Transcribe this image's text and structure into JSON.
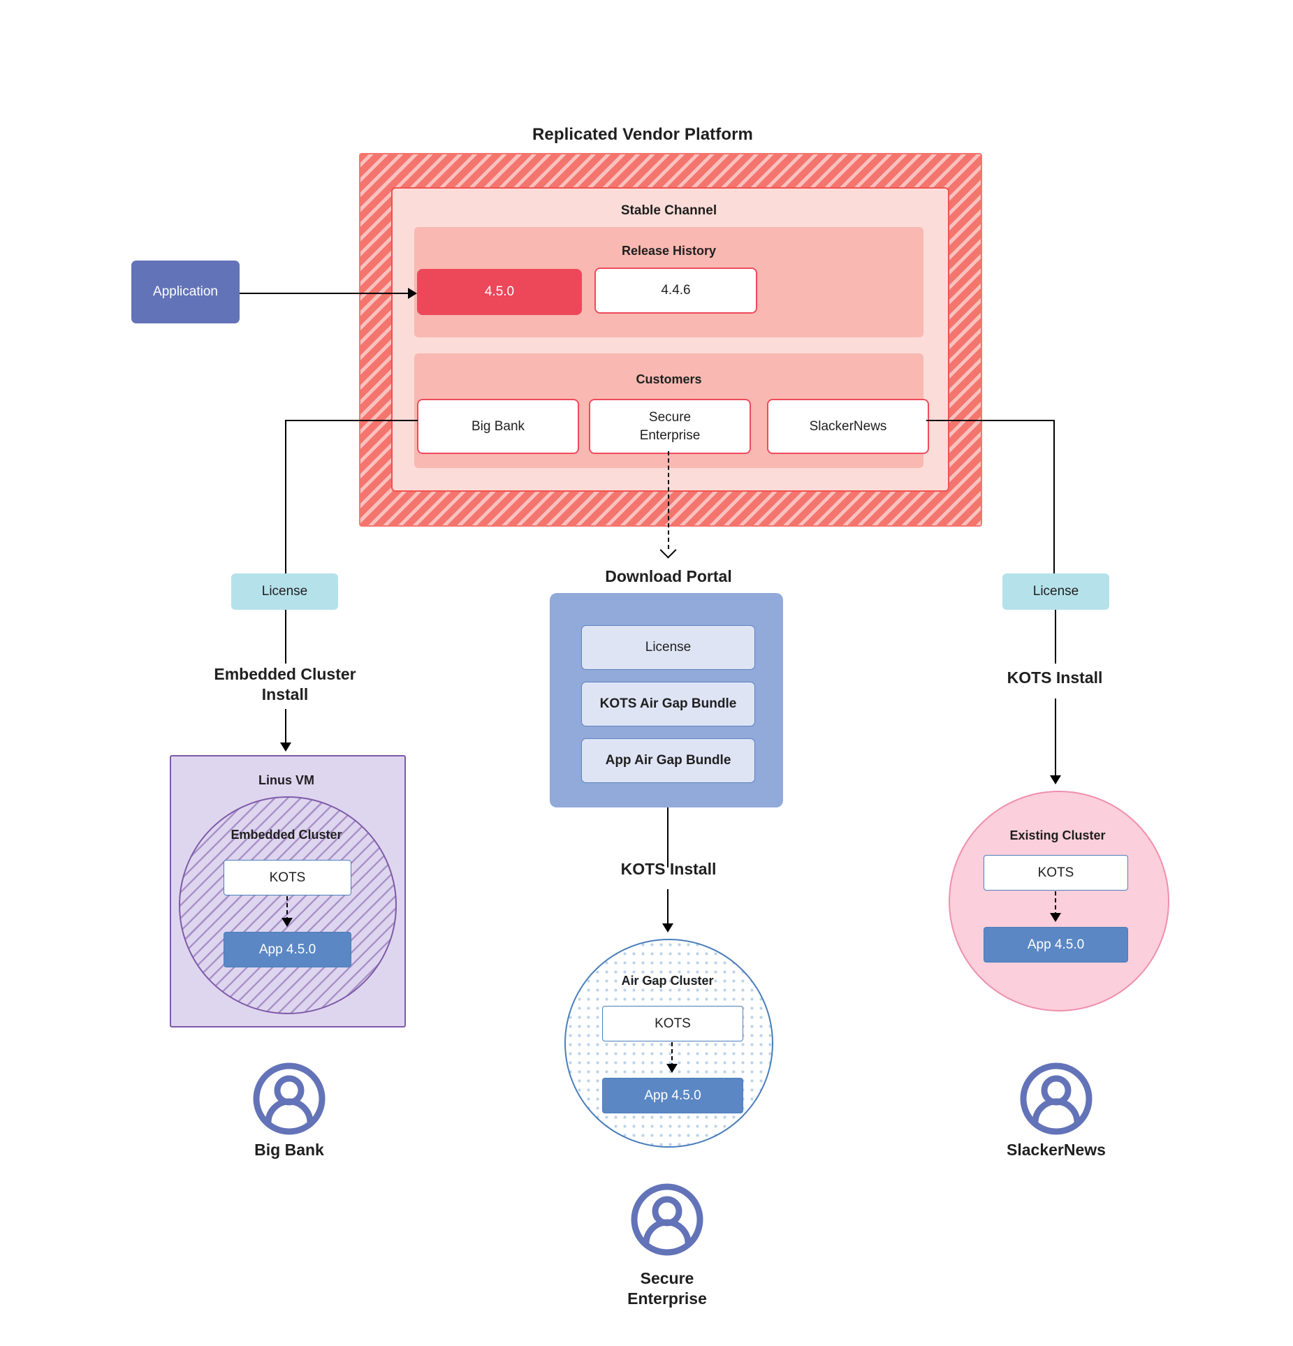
{
  "diagram": {
    "title": "Replicated Vendor Platform",
    "platform": {
      "stable_channel_label": "Stable Channel",
      "release_history": {
        "label": "Release History",
        "releases": [
          {
            "version": "4.5.0",
            "state": "current"
          },
          {
            "version": "4.4.6",
            "state": "previous"
          }
        ]
      },
      "customers": {
        "label": "Customers",
        "items": [
          {
            "name": "Big Bank"
          },
          {
            "name": "Secure\nEnterprise"
          },
          {
            "name": "SlackerNews"
          }
        ]
      }
    },
    "application": {
      "label": "Application"
    },
    "branches": {
      "left": {
        "license_label": "License",
        "install_label": "Embedded Cluster\nInstall",
        "vm_label": "Linus VM",
        "cluster_label": "Embedded Cluster",
        "kots_label": "KOTS",
        "app_label": "App 4.5.0",
        "customer_label": "Big Bank"
      },
      "middle": {
        "portal_title": "Download  Portal",
        "portal_items": [
          {
            "label": "License"
          },
          {
            "label": "KOTS Air Gap Bundle"
          },
          {
            "label": "App Air Gap Bundle"
          }
        ],
        "install_label": "KOTS Install",
        "cluster_label": "Air Gap Cluster",
        "kots_label": "KOTS",
        "app_label": "App 4.5.0",
        "customer_label": "Secure\nEnterprise"
      },
      "right": {
        "license_label": "License",
        "install_label": "KOTS Install",
        "cluster_label": "Existing Cluster",
        "kots_label": "KOTS",
        "app_label": "App 4.5.0",
        "customer_label": "SlackerNews"
      }
    },
    "colors": {
      "platform_hatch": "#f4756e",
      "stable_channel_bg": "#fbdcd8",
      "subpanel_bg": "#f9b8b1",
      "release_current": "#ec485a",
      "application": "#6373b8",
      "license_chip": "#b5e1ea",
      "portal_bg": "#92aad9",
      "portal_item_bg": "#dfe4f5",
      "vm_bg": "#ded6ef",
      "vm_border": "#7e5aa8",
      "airgap_border": "#4a7ebb",
      "existing_cluster_bg": "#fbcfdb",
      "app_version_box": "#5b87c4",
      "avatar": "#6373b8"
    }
  }
}
